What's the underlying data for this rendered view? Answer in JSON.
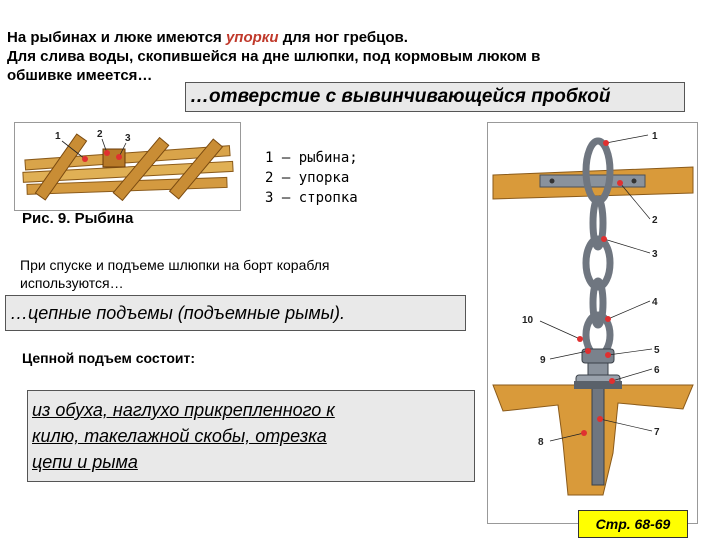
{
  "intro": {
    "line1_before": "На рыбинах и люке имеются ",
    "line1_accent": "упорки",
    "line1_after": " для ног гребцов.",
    "line2": "Для слива воды, скопившейся на дне шлюпки, под кормовым люком в",
    "line3": "обшивке имеется…"
  },
  "answer1": "…отверстие с вывинчивающейся пробкой",
  "figure9": {
    "caption": "Рис. 9. Рыбина",
    "callouts": [
      "1",
      "2",
      "3"
    ],
    "legend": [
      "1 — рыбина;",
      "2 — упорка",
      "3 — стропка"
    ]
  },
  "question2": "При спуске и подъеме шлюпки на борт корабля используются…",
  "answer2": "…цепные подъемы (подъемные рымы).",
  "question3": "Цепной подъем состоит:",
  "answer3_lines": [
    "из обуха, наглухо прикрепленного к",
    "килю, такелажной скобы, отрезка",
    "цепи и рыма"
  ],
  "chain_figure": {
    "callouts": [
      "1",
      "2",
      "3",
      "4",
      "5",
      "6",
      "7",
      "8",
      "9",
      "10"
    ]
  },
  "page_ref": "Стр. 68-69",
  "colors": {
    "accent": "#c0392b",
    "answer_box": "#e9e9e9",
    "page_ref_bg": "#ffff00",
    "wood": "#d99a3a",
    "chain": "#707782"
  }
}
